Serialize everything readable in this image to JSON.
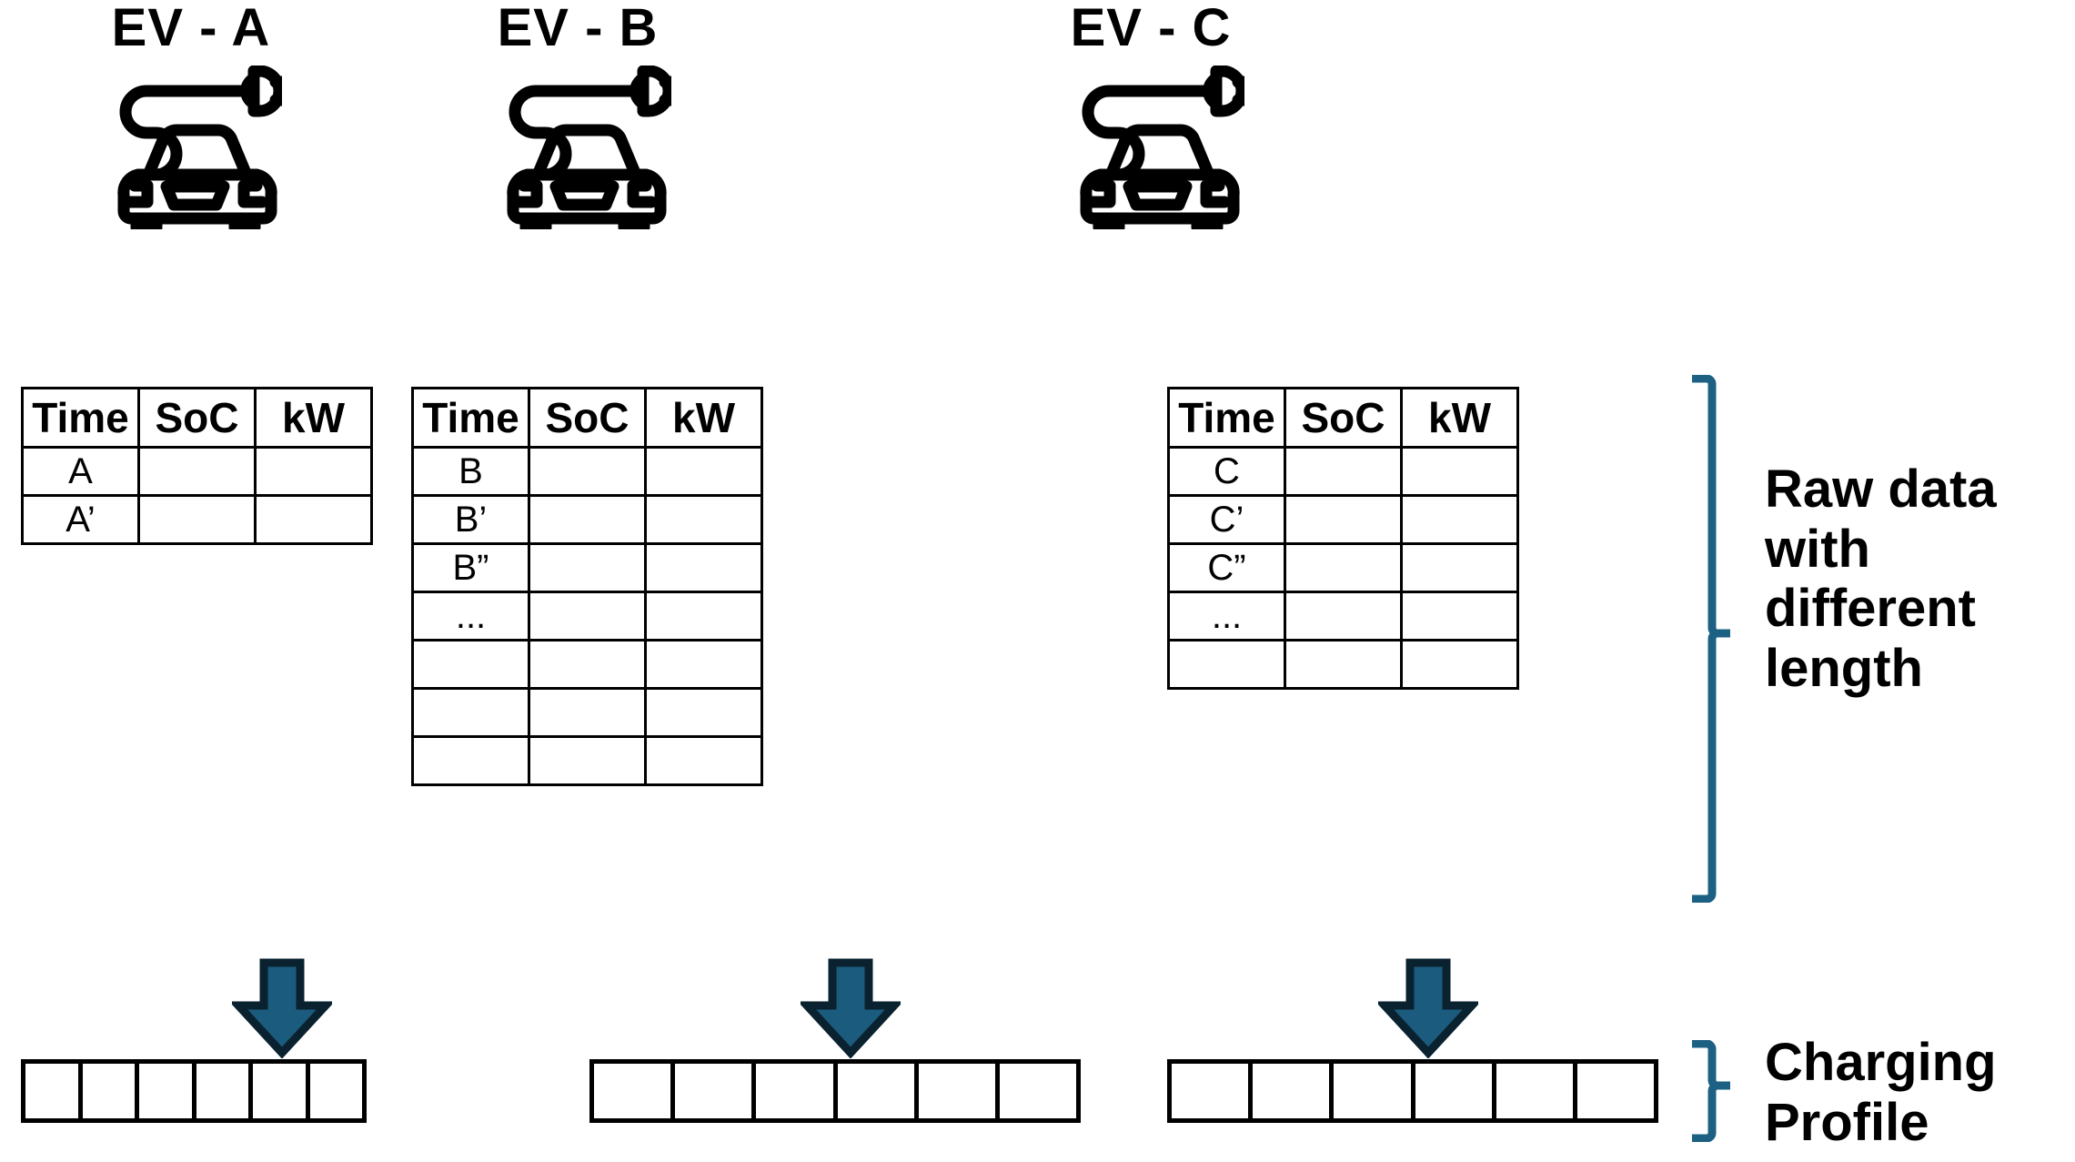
{
  "colors": {
    "outline": "#000000",
    "arrow_fill": "#1B5B7D",
    "arrow_stroke": "#0A2230",
    "bracket": "#1C6183",
    "background": "#FFFFFF"
  },
  "columns": [
    {
      "id": "ev-a",
      "title": "EV - A",
      "icon": "ev-charging-car-icon",
      "table": {
        "headers": [
          "Time",
          "SoC",
          "kW"
        ],
        "rows": [
          [
            "A",
            "",
            ""
          ],
          [
            "A’",
            "",
            ""
          ]
        ]
      },
      "arrow": "down-arrow",
      "profile_cells": 6
    },
    {
      "id": "ev-b",
      "title": "EV - B",
      "icon": "ev-charging-car-icon",
      "table": {
        "headers": [
          "Time",
          "SoC",
          "kW"
        ],
        "rows": [
          [
            "B",
            "",
            ""
          ],
          [
            "B’",
            "",
            ""
          ],
          [
            "B”",
            "",
            ""
          ],
          [
            "...",
            "",
            ""
          ],
          [
            "",
            "",
            ""
          ],
          [
            "",
            "",
            ""
          ],
          [
            "",
            "",
            ""
          ]
        ]
      },
      "arrow": "down-arrow",
      "profile_cells": 6
    },
    {
      "id": "ev-c",
      "title": "EV - C",
      "icon": "ev-charging-car-icon",
      "table": {
        "headers": [
          "Time",
          "SoC",
          "kW"
        ],
        "rows": [
          [
            "C",
            "",
            ""
          ],
          [
            "C’",
            "",
            ""
          ],
          [
            "C”",
            "",
            ""
          ],
          [
            "...",
            "",
            ""
          ],
          [
            "",
            "",
            ""
          ]
        ]
      },
      "arrow": "down-arrow",
      "profile_cells": 6
    }
  ],
  "annotations": {
    "raw_data": "Raw data with different length",
    "charging_profile": "Charging Profile"
  }
}
